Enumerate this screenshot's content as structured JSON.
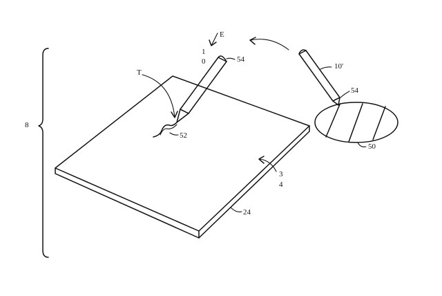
{
  "labels": {
    "assembly": "8",
    "energy": "E",
    "stylus_1": "1",
    "stylus_0": "0",
    "tip_top": "54",
    "tip_bottom": "52",
    "trace": "T",
    "stylus_alt": "10'",
    "tip_alt": "54",
    "contact_area": "50",
    "surface_3": "3",
    "surface_4": "4",
    "tablet_edge": "24"
  }
}
